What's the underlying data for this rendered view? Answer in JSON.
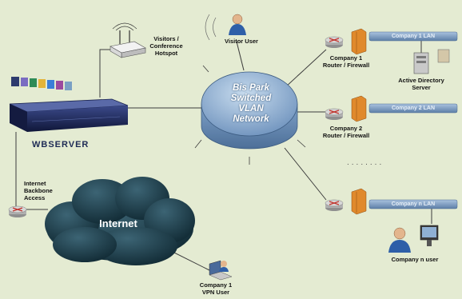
{
  "core": {
    "label": "Bis Park\nSwitched\nVLAN\nNetwork"
  },
  "server": {
    "label": "WBSERVER"
  },
  "internet": {
    "label": "Internet"
  },
  "nodes": {
    "hotspot": "Visitors /\nConference\nHotspot",
    "visitor": "Visitor User",
    "backbone": "Internet\nBackbone\nAccess",
    "vpn_user": "Company 1\nVPN User",
    "company1_router": "Company 1\nRouter / Firewall",
    "active_directory": "Active Directory\nServer",
    "company2_router": "Company 2\nRouter / Firewall",
    "company_n_user": "Company n user"
  },
  "lans": {
    "lan1": "Company 1 LAN",
    "lan2": "Company 2 LAN",
    "lann": "Company n LAN"
  },
  "dots": "........",
  "colors": {
    "background": "#e4ebd2",
    "core": "#8fb0d3",
    "cloud": "#1e3c48",
    "lan_bar": "#7f9fc4",
    "firewall": "#e0892c",
    "router": "#c9c9c9",
    "server_body": "#1b2450"
  }
}
